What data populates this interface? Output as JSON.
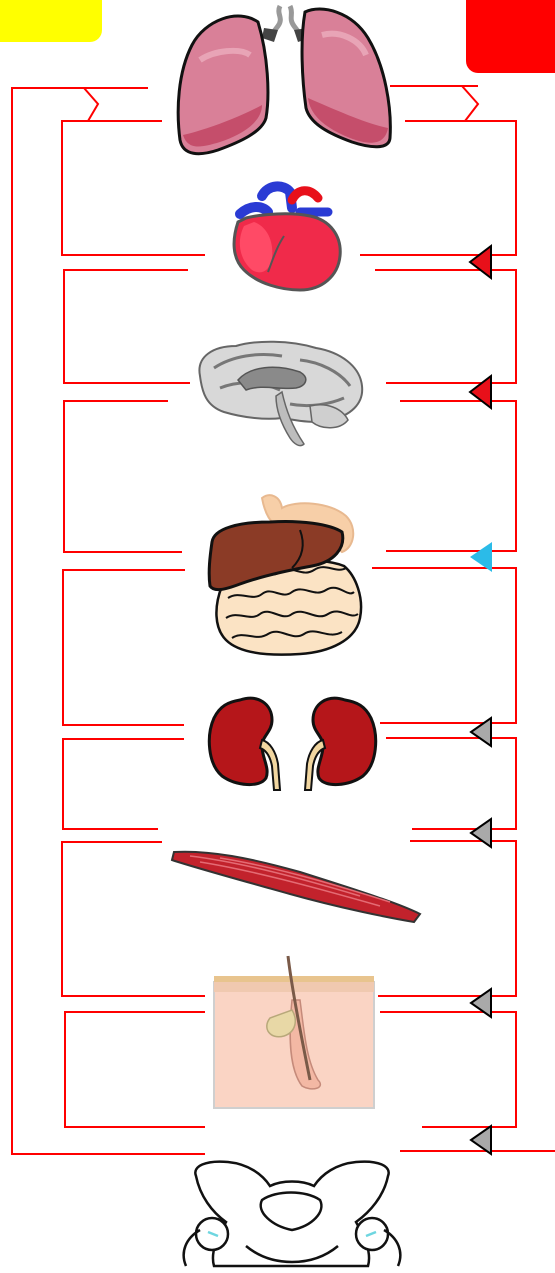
{
  "corner_badges": [
    {
      "name": "yellow-corner-tab",
      "color": "#ffff00"
    },
    {
      "name": "red-corner-tab",
      "color": "#ff0000"
    }
  ],
  "vessel_color": "#ff0000",
  "organs": [
    {
      "name": "lungs",
      "icon": "lungs-icon"
    },
    {
      "name": "heart",
      "icon": "heart-icon"
    },
    {
      "name": "brain",
      "icon": "brain-icon"
    },
    {
      "name": "digestive-organs",
      "icon": "liver-intestines-icon"
    },
    {
      "name": "kidneys",
      "icon": "kidneys-icon"
    },
    {
      "name": "muscle",
      "icon": "muscle-icon"
    },
    {
      "name": "skin",
      "icon": "skin-icon"
    },
    {
      "name": "pelvis",
      "icon": "pelvis-icon"
    }
  ],
  "valves": [
    {
      "organ": "heart",
      "color": "#e8101a"
    },
    {
      "organ": "brain",
      "color": "#e8101a"
    },
    {
      "organ": "digestive-organs",
      "color": "#2bbbe8"
    },
    {
      "organ": "kidneys",
      "color": "#a9a9a9"
    },
    {
      "organ": "muscle",
      "color": "#a9a9a9"
    },
    {
      "organ": "skin",
      "color": "#a9a9a9"
    },
    {
      "organ": "pelvis",
      "color": "#a9a9a9"
    }
  ]
}
